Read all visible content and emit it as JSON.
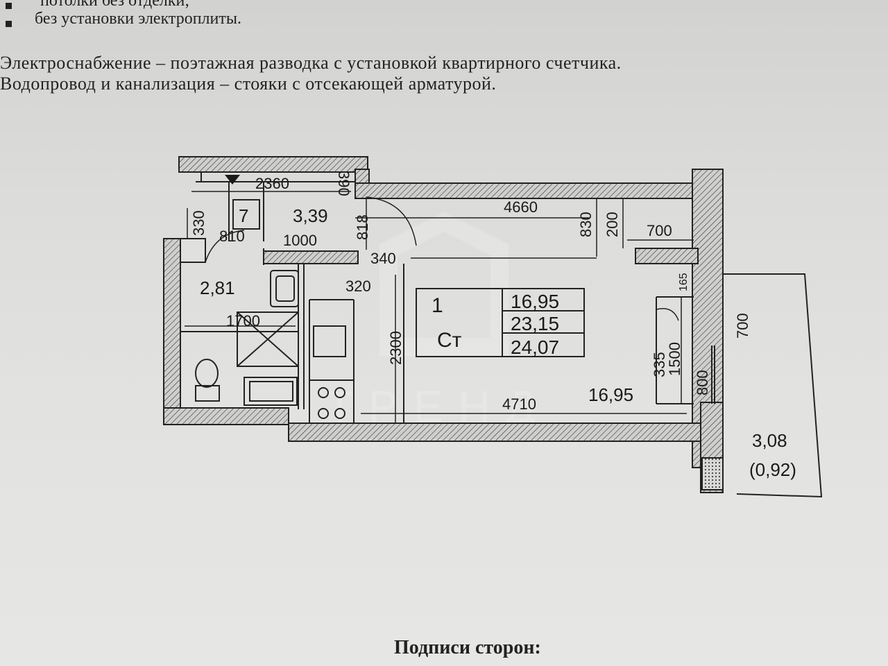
{
  "top_lines": {
    "line_cut": "потолки без отделки;",
    "line_stove": "без установки электроплиты."
  },
  "body_lines": {
    "power": "Электроснабжение – поэтажная разводка с установкой квартирного счетчика.",
    "water": "Водопровод и канализация – стояки с отсекающей арматурой."
  },
  "plan": {
    "dims": {
      "d2360": "2360",
      "d390": "390",
      "d330": "330",
      "d810": "810",
      "d1000": "1000",
      "d818": "818",
      "d4660": "4660",
      "d830": "830",
      "d200": "200",
      "d700a": "700",
      "d340": "340",
      "d320": "320",
      "d1700": "1700",
      "d2300": "2300",
      "d4710": "4710",
      "d1500": "1500",
      "d335": "335",
      "d800": "800",
      "d700b": "700",
      "d165": "165"
    },
    "rooms": {
      "hall_area": "3,39",
      "bath_area": "2,81",
      "room_area": "16,95",
      "balcony_area": "3,08",
      "balcony_reduced": "(0,92)",
      "shaft_mark": "7"
    },
    "table": {
      "rooms_count": "1",
      "type": "Ст",
      "living": "16,95",
      "total": "23,15",
      "total_with_balcony": "24,07"
    },
    "watermark": "ТРЕНД"
  },
  "footer": {
    "signatures": "Подписи сторон:"
  }
}
